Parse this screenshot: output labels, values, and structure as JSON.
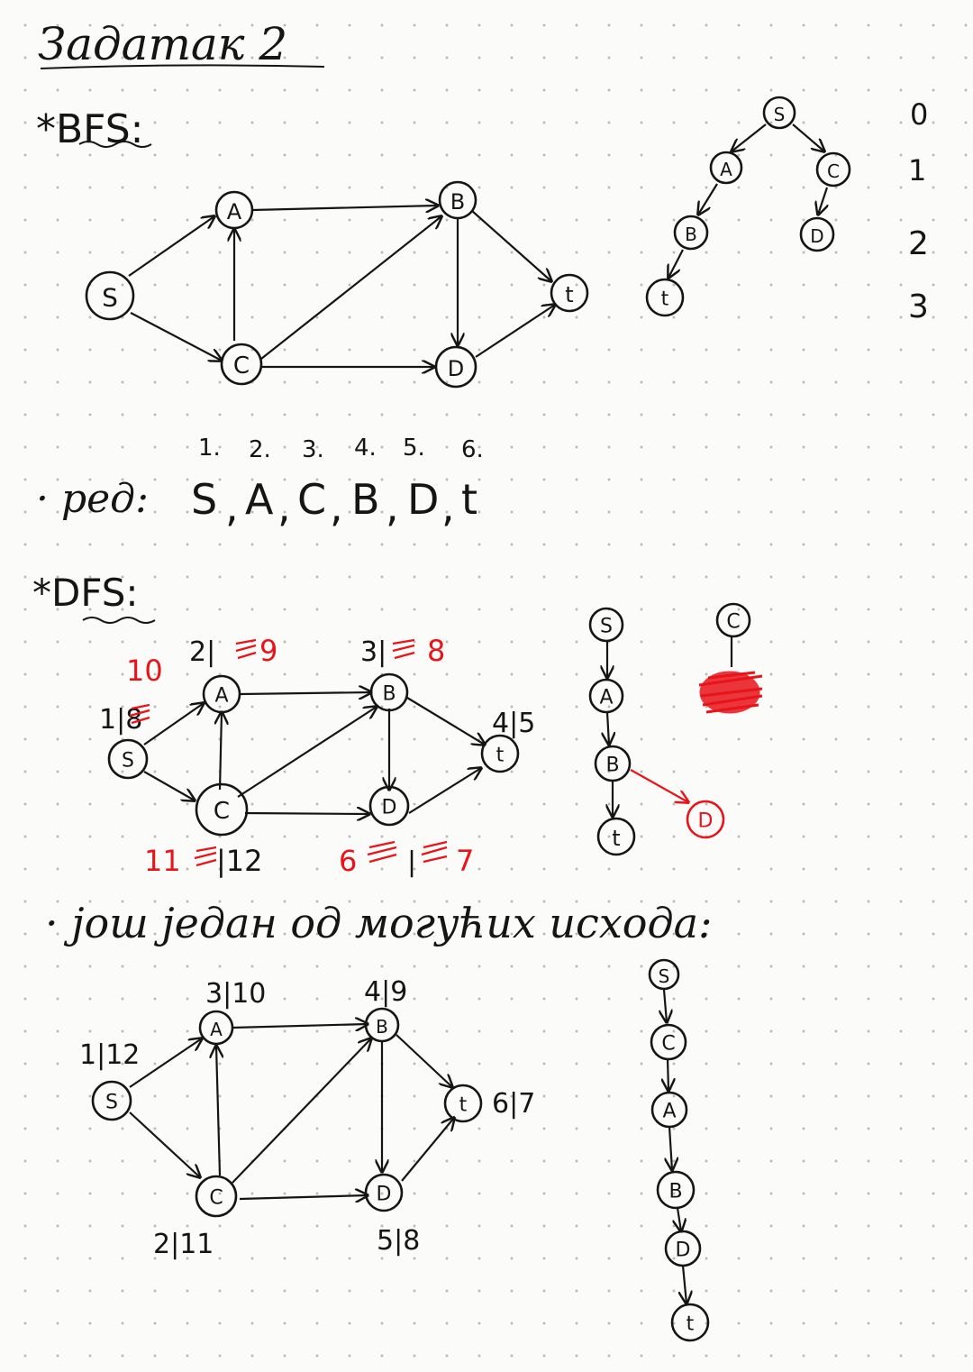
{
  "title": "Задатак 2",
  "bfs": {
    "heading": "*BFS:",
    "queue_label": "· ред:",
    "queue": [
      "S",
      "A",
      "C",
      "B",
      "D",
      "t"
    ],
    "order_numbers": [
      "1.",
      "2.",
      "3.",
      "4.",
      "5.",
      "6."
    ],
    "levels": [
      "0",
      "1",
      "2",
      "3"
    ],
    "graph_nodes": [
      "S",
      "A",
      "C",
      "B",
      "D",
      "t"
    ],
    "tree_nodes": [
      "S",
      "A",
      "C",
      "B",
      "D",
      "t"
    ]
  },
  "dfs": {
    "heading": "*DFS:",
    "graph_nodes": [
      "S",
      "A",
      "C",
      "B",
      "D",
      "t"
    ],
    "times": {
      "S": "1|8",
      "S_corr": "10",
      "A": "2|",
      "A_corr": "9",
      "B": "3|",
      "B_corr": "8",
      "t": "4|5",
      "C": "11",
      "C_corr": "|12",
      "D": "6",
      "D_corr": "7"
    },
    "tree_nodes": [
      "S",
      "A",
      "B",
      "t",
      "C",
      "D"
    ]
  },
  "another": {
    "label": "· још један од могућих исхода:",
    "graph_nodes": [
      "S",
      "A",
      "C",
      "B",
      "D",
      "t"
    ],
    "times": {
      "S": "1|12",
      "A": "3|10",
      "B": "4|9",
      "t": "6|7",
      "C": "2|11",
      "D": "5|8"
    },
    "tree_nodes": [
      "S",
      "C",
      "A",
      "B",
      "D",
      "t"
    ]
  },
  "colors": {
    "ink": "#151515",
    "correction": "#e8141a"
  }
}
